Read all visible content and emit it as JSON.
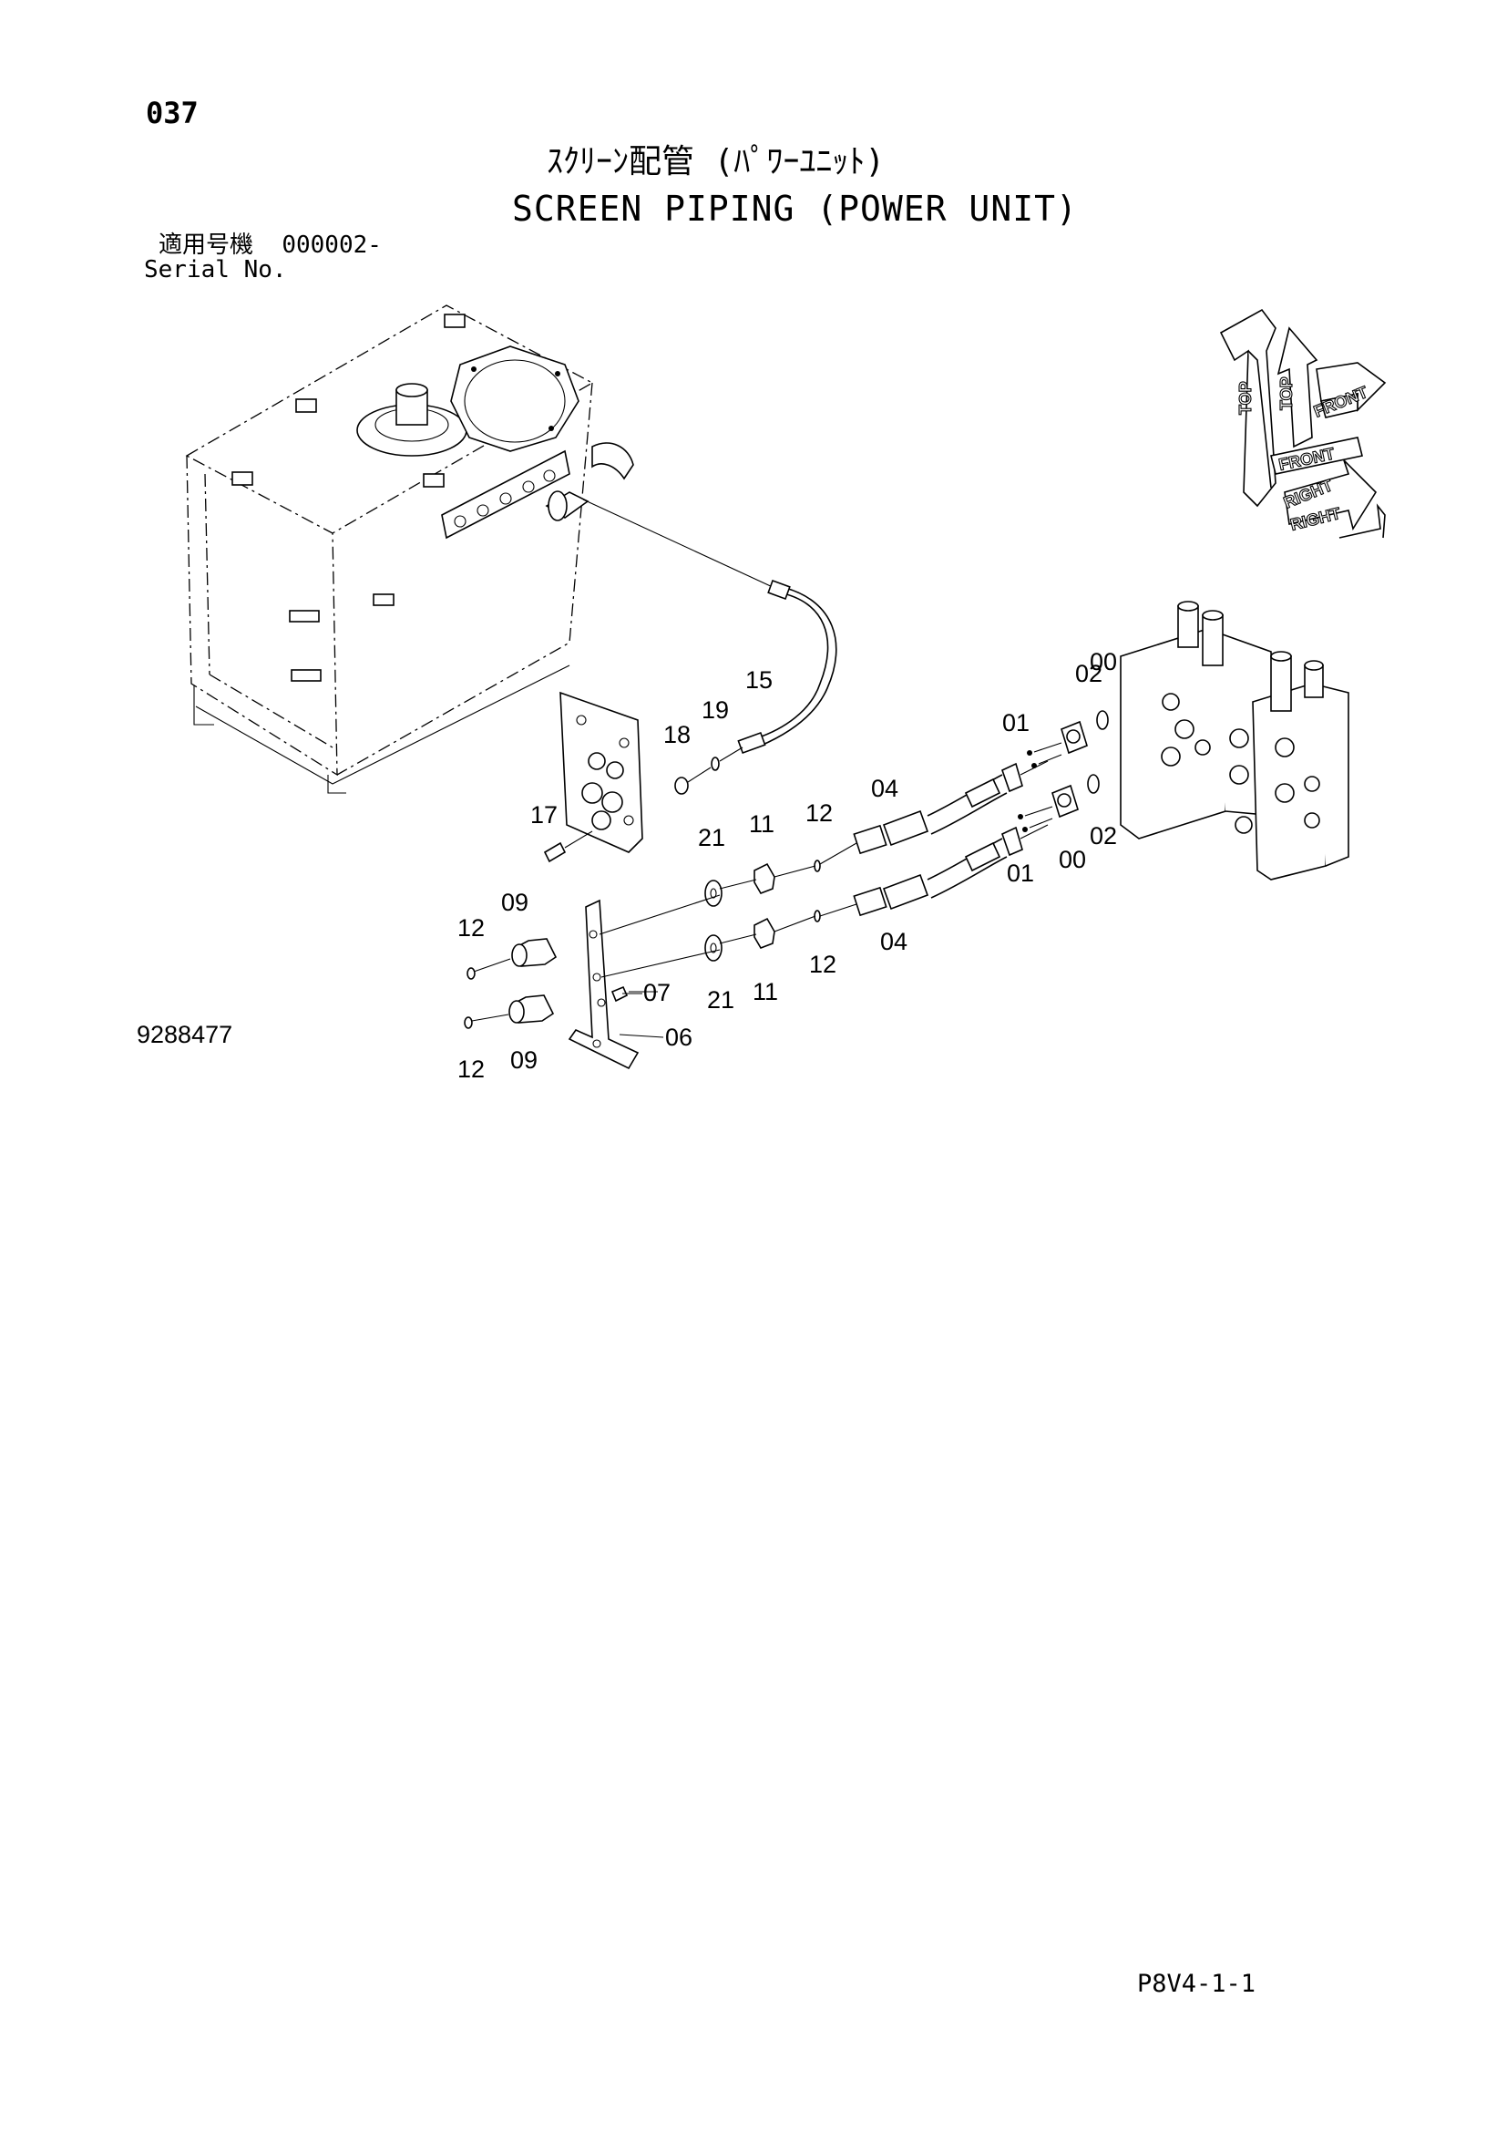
{
  "header": {
    "page_number": "037",
    "title_jp": "ｽｸﾘｰﾝ配管 (ﾊﾟﾜｰﾕﾆｯﾄ)",
    "title_en": "SCREEN PIPING (POWER UNIT)",
    "serial_label_jp": "適用号機",
    "serial_value": "000002-",
    "serial_label_en": "Serial No."
  },
  "footer": {
    "drawing_number": "9288477",
    "page_code": "P8V4-1-1"
  },
  "orientation": {
    "top": "TOP",
    "front": "FRONT",
    "right": "RIGHT"
  },
  "callouts": {
    "c00a": "00",
    "c00b": "00",
    "c01a": "01",
    "c01b": "01",
    "c02a": "02",
    "c02b": "02",
    "c04a": "04",
    "c04b": "04",
    "c06": "06",
    "c07": "07",
    "c09a": "09",
    "c09b": "09",
    "c11a": "11",
    "c11b": "11",
    "c12a": "12",
    "c12b": "12",
    "c12c": "12",
    "c12d": "12",
    "c15": "15",
    "c17": "17",
    "c18": "18",
    "c19": "19",
    "c21a": "21",
    "c21b": "21"
  }
}
